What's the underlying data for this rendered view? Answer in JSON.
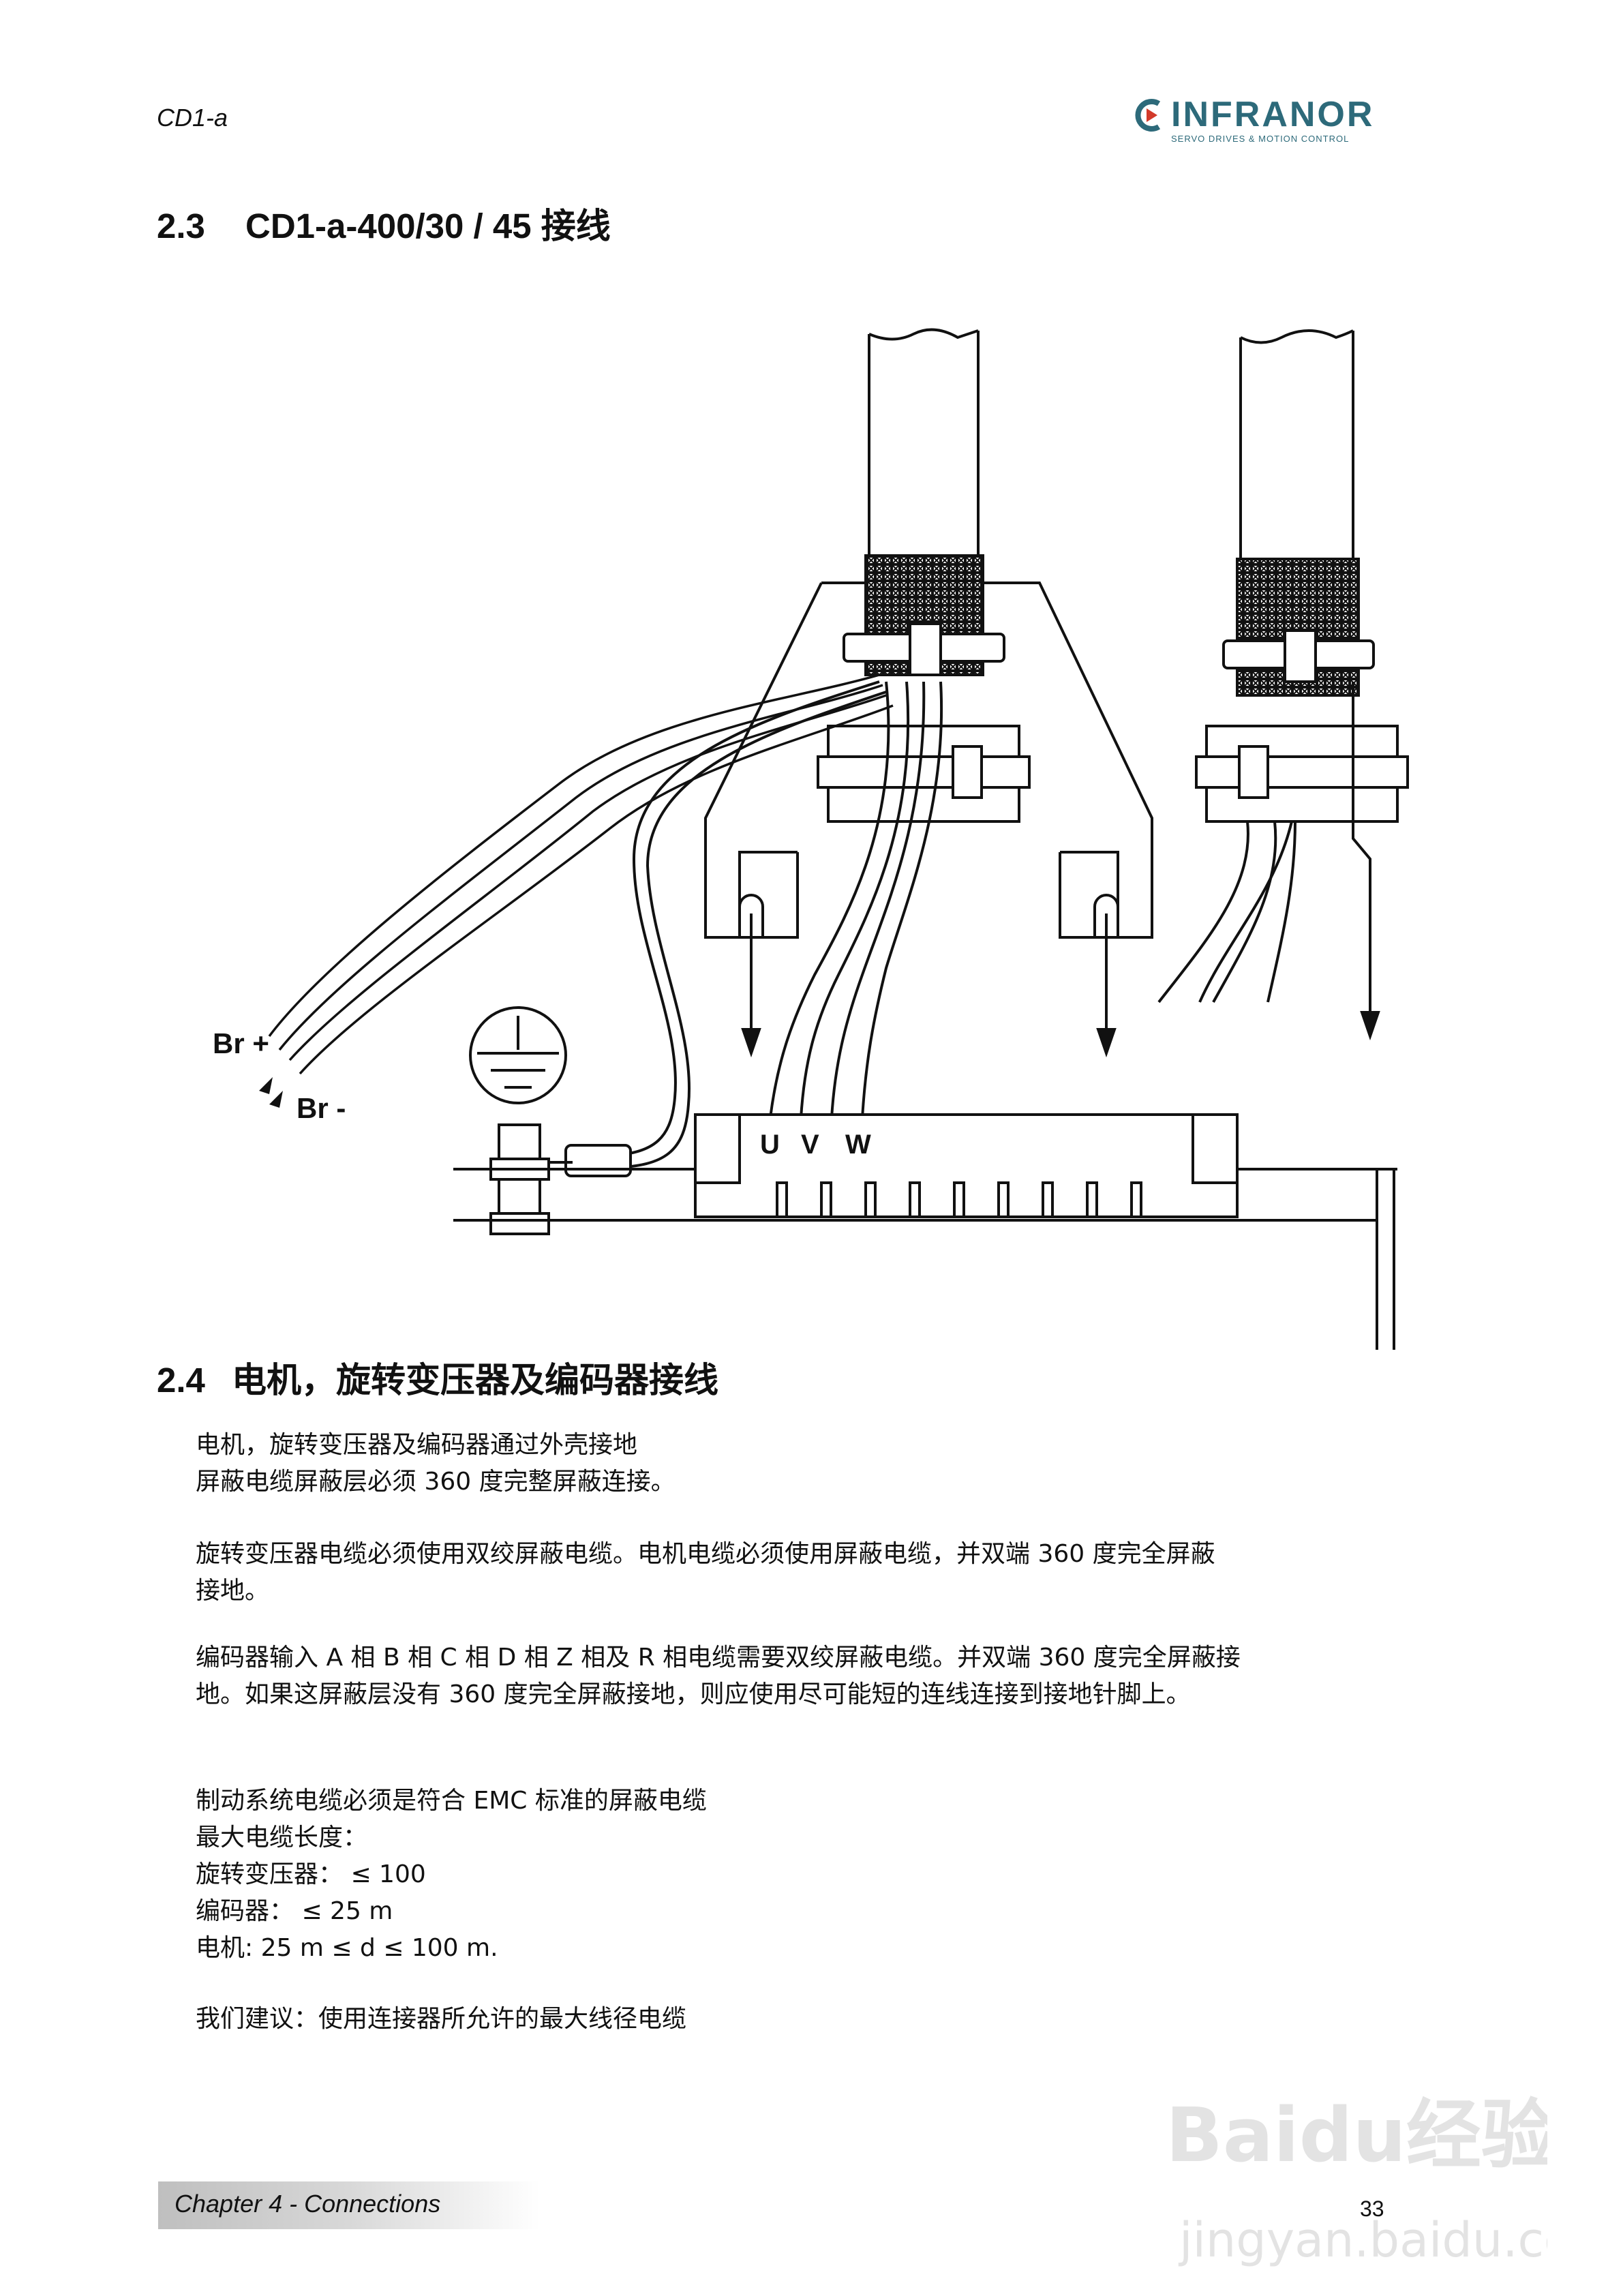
{
  "header": {
    "doc_id": "CD1-a",
    "logo_text": "INFRANOR",
    "logo_subtitle": "SERVO DRIVES & MOTION CONTROL"
  },
  "section_2_3": {
    "number": "2.3",
    "title": "CD1-a-400/30 / 45  接线"
  },
  "diagram": {
    "label_br_plus": "Br +",
    "label_br_minus": "Br -",
    "label_u": "U",
    "label_v": "V",
    "label_w": "W"
  },
  "section_2_4": {
    "number": "2.4",
    "title": "电机，旋转变压器及编码器接线",
    "p1": "电机，旋转变压器及编码器通过外壳接地\n屏蔽电缆屏蔽层必须 360 度完整屏蔽连接。",
    "p2": "旋转变压器电缆必须使用双绞屏蔽电缆。电机电缆必须使用屏蔽电缆，并双端 360 度完全屏蔽\n接地。",
    "p3": "编码器输入 A 相 B 相 C 相 D 相 Z 相及 R 相电缆需要双绞屏蔽电缆。并双端 360 度完全屏蔽接\n地。如果这屏蔽层没有 360 度完全屏蔽接地，则应使用尽可能短的连线连接到接地针脚上。",
    "p4": "制动系统电缆必须是符合 EMC 标准的屏蔽电缆\n最大电缆长度：\n旋转变压器：  ≤ 100\n编码器：  ≤ 25 m\n电机:   25 m  ≤  d  ≤  100 m.",
    "p5": "我们建议：使用连接器所允许的最大线径电缆"
  },
  "footer": {
    "chapter": "Chapter 4 - Connections",
    "page": "33"
  },
  "watermark": {
    "brand": "Baidu经验",
    "url": "jingyan.baidu.com"
  }
}
